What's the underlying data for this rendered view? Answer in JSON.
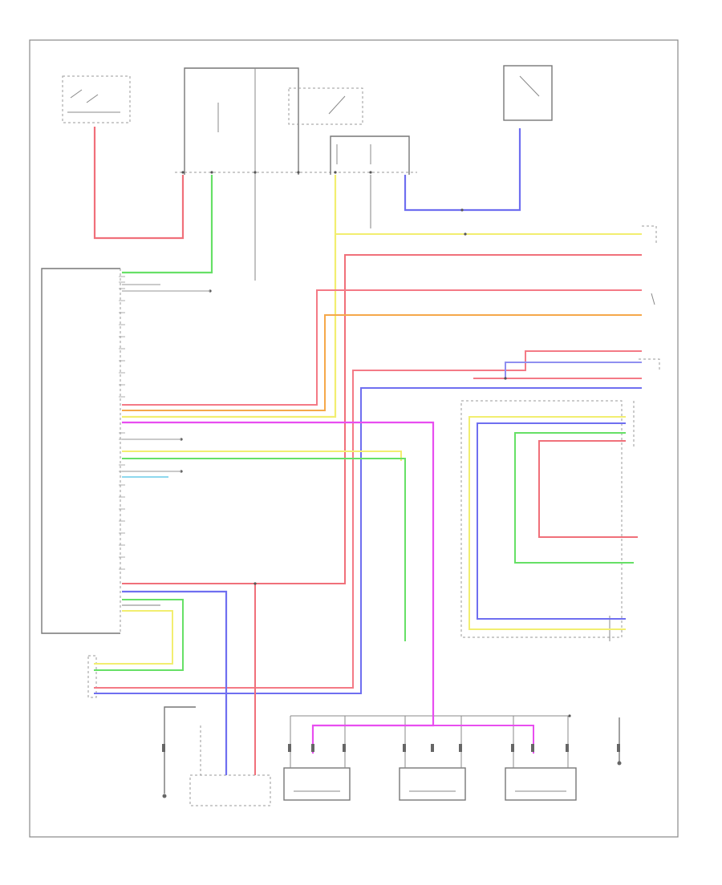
{
  "diagram": {
    "ref_code": "",
    "colors": {
      "red": "#f0707a",
      "pink": "#f47a86",
      "green": "#66e066",
      "yellow": "#f2ee70",
      "blue": "#6f6ff0",
      "magenta": "#e84ef0",
      "orange": "#f5a84a",
      "lightblue": "#8ed8ee",
      "frame": "#888888",
      "text": "#555555"
    },
    "components": [
      {
        "id": "ignition-switch"
      },
      {
        "id": "fuse-block"
      },
      {
        "id": "shift-lock-relay"
      },
      {
        "id": "power-source-relay"
      },
      {
        "id": "fuse-holder-upper-right"
      },
      {
        "id": "shift-position-sensor"
      },
      {
        "id": "speed-sensor-left"
      },
      {
        "id": "ecm-control-module"
      },
      {
        "id": "cvt-unit-right"
      },
      {
        "id": "accelerator-sensor"
      },
      {
        "id": "body-control-module"
      },
      {
        "id": "transmission-fluid-sensor"
      },
      {
        "id": "ground-left"
      },
      {
        "id": "ground-right"
      },
      {
        "id": "shift-control-unit"
      },
      {
        "id": "solenoid-valve-1"
      },
      {
        "id": "solenoid-valve-2"
      },
      {
        "id": "solenoid-valve-3"
      }
    ]
  }
}
